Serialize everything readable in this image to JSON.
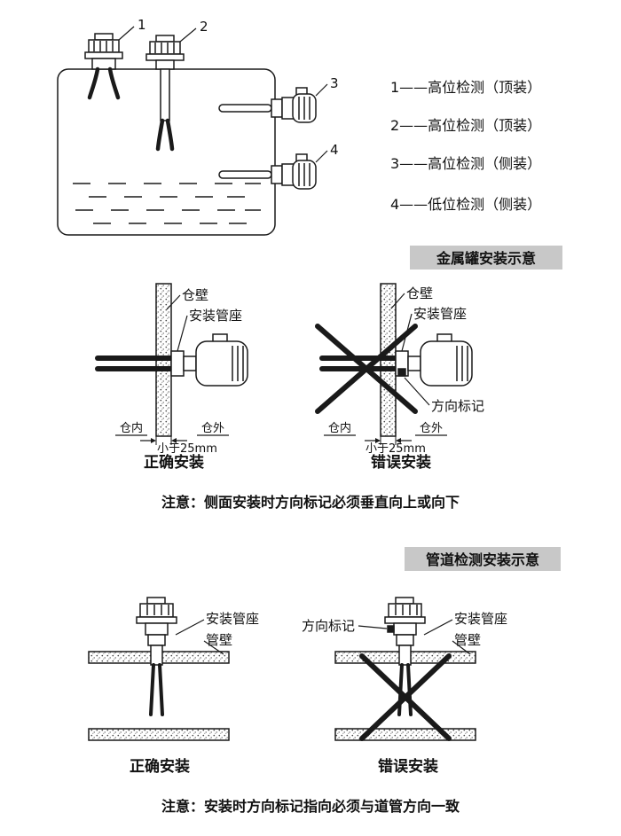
{
  "tank_section": {
    "callouts": [
      "1",
      "2",
      "3",
      "4"
    ],
    "legend": [
      "1——高位检测（顶装）",
      "2——高位检测（顶装）",
      "3——高位检测（侧装）",
      "4——低位检测（侧装）"
    ]
  },
  "badges": {
    "metal_tank": "金属罐安装示意",
    "pipe_detect": "管道检测安装示意"
  },
  "side_mount": {
    "correct": {
      "wall": "仓壁",
      "socket": "安装管座",
      "inside": "仓内",
      "outside": "仓外",
      "gap": "小于25mm",
      "title": "正确安装"
    },
    "wrong": {
      "wall": "仓壁",
      "socket": "安装管座",
      "mark": "方向标记",
      "inside": "仓内",
      "outside": "仓外",
      "gap": "小于25mm",
      "title": "错误安装"
    },
    "note": "注意：侧面安装时方向标记必须垂直向上或向下"
  },
  "pipe_mount": {
    "correct": {
      "socket": "安装管座",
      "wall": "管壁",
      "title": "正确安装"
    },
    "wrong": {
      "mark": "方向标记",
      "socket": "安装管座",
      "wall": "管壁",
      "title": "错误安装"
    },
    "note": "注意：安装时方向标记指向必须与道管方向一致"
  }
}
